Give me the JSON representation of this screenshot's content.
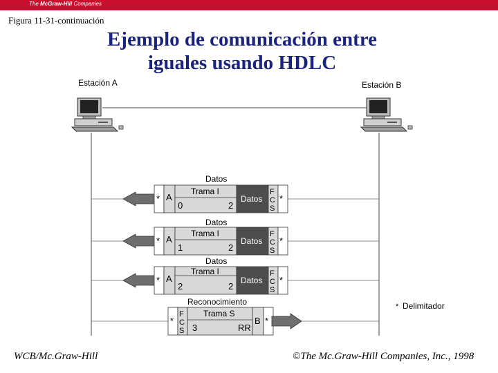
{
  "banner": {
    "publisher_prefix": "The ",
    "publisher_brand": "McGraw-Hill",
    "publisher_suffix": " Companies"
  },
  "figure_label": "Figura 11-31-continuación",
  "title": {
    "line1": "Ejemplo de comunicación entre",
    "line2": "iguales usando HDLC"
  },
  "stations": {
    "a": "Estación A",
    "b": "Estación B"
  },
  "frames": [
    {
      "caption": "Datos",
      "flag": "*",
      "address": "A",
      "type": "Trama I",
      "ns": "0",
      "nr": "2",
      "payload": "Datos",
      "fcs": [
        "F",
        "C",
        "S"
      ],
      "end_flag": "*"
    },
    {
      "caption": "Datos",
      "flag": "*",
      "address": "A",
      "type": "Trama I",
      "ns": "1",
      "nr": "2",
      "payload": "Datos",
      "fcs": [
        "F",
        "C",
        "S"
      ],
      "end_flag": "*"
    },
    {
      "caption": "Datos",
      "flag": "*",
      "address": "A",
      "type": "Trama I",
      "ns": "2",
      "nr": "2",
      "payload": "Datos",
      "fcs": [
        "F",
        "C",
        "S"
      ],
      "end_flag": "*"
    }
  ],
  "ack_frame": {
    "caption": "Reconocimiento",
    "flag": "*",
    "fcs": [
      "F",
      "C",
      "S"
    ],
    "type": "Trama S",
    "nr": "3",
    "code": "RR",
    "address": "B",
    "end_flag": "*"
  },
  "legend": {
    "bullet": "*",
    "label": "Delimitador"
  },
  "footer": {
    "left": "WCB/Mc.Graw-Hill",
    "right": "The Mc.Graw-Hill Companies, Inc., 1998",
    "copyright_symbol": "©"
  },
  "colors": {
    "banner": "#c8102e",
    "title": "#1a237e",
    "arrow": "#6e6e6e",
    "payload_bg": "#4d4d4d",
    "cell_bg": "#d9d9d9"
  }
}
